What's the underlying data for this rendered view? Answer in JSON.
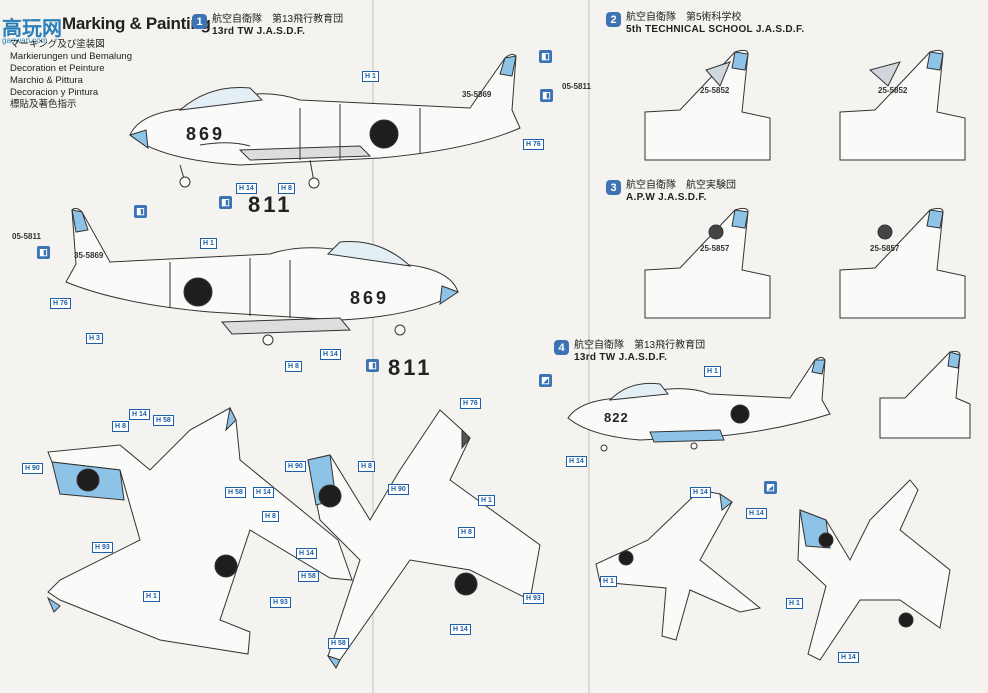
{
  "header": {
    "title": "Marking & Painting",
    "watermark": "高玩网",
    "watermark_url": "gaowan.com",
    "languages": [
      "マーキング及び塗装図",
      "Markierungen und Bemalung",
      "Decoration et Peinture",
      "Marchio & Pittura",
      "Decoracion y Pintura",
      "標貼及著色指示"
    ]
  },
  "sections": [
    {
      "num": "1",
      "jp": "航空自衛隊　第13飛行教育団",
      "en": "13rd TW J.A.S.D.F."
    },
    {
      "num": "2",
      "jp": "航空自衛隊　第5術科学校",
      "en": "5th TECHNICAL SCHOOL J.A.S.D.F."
    },
    {
      "num": "3",
      "jp": "航空自衛隊　航空実験団",
      "en": "A.P.W J.A.S.D.F."
    },
    {
      "num": "4",
      "jp": "航空自衛隊　第13飛行教育団",
      "en": "13rd TW J.A.S.D.F."
    }
  ],
  "serials": {
    "fuselage_1": "869",
    "fuselage_2": "869",
    "nose_1": "811",
    "nose_2": "811",
    "fuselage_4": "822"
  },
  "tail_numbers": {
    "t1": "35-5869",
    "t1_side": "05-5811",
    "t2": "35-5869",
    "t2_side": "05-5811",
    "t3": "25-5852",
    "t4": "25-5852",
    "t5": "25-5857",
    "t6": "25-5857"
  },
  "paint_codes": {
    "h1": "H 1",
    "h3": "H 3",
    "h8": "H 8",
    "h14": "H 14",
    "h58": "H 58",
    "h76": "H 76",
    "h90": "H 90",
    "h93": "H 93"
  },
  "colors": {
    "accent_blue": "#3c73b4",
    "light_blue": "#8ec3e8",
    "roundel": "#1e1e1e",
    "line": "#333333"
  }
}
